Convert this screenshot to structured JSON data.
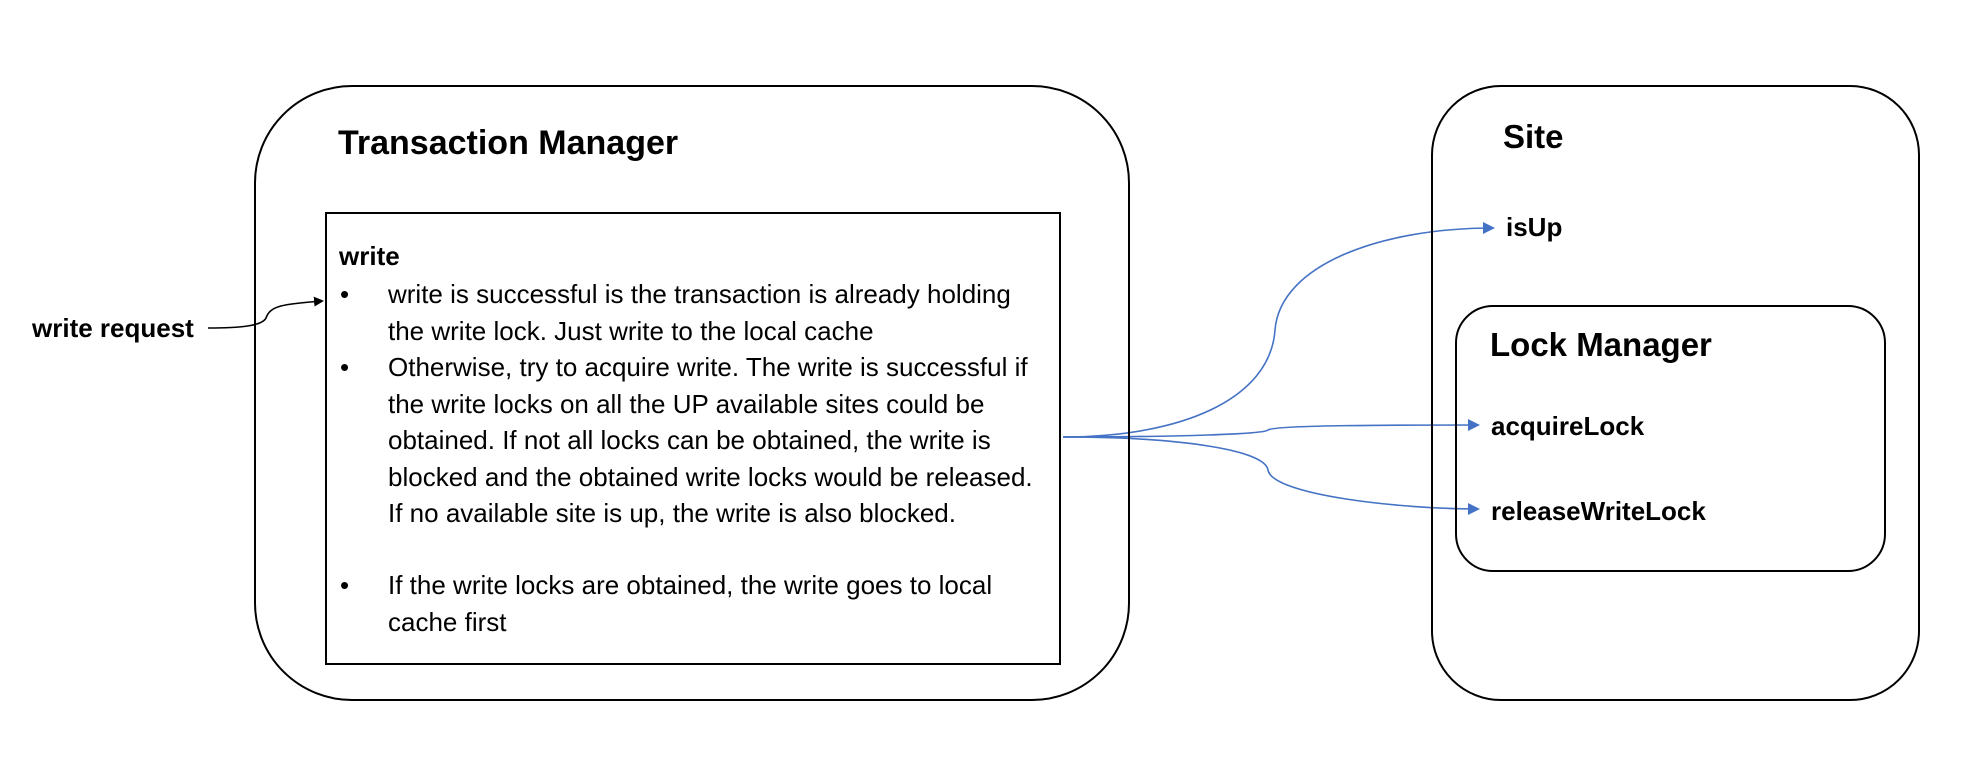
{
  "transaction_manager": {
    "title": "Transaction Manager",
    "write_box": {
      "title": "write",
      "bullets": [
        "write is successful is the transaction is already holding the write lock. Just write to the local cache",
        "Otherwise, try to acquire write. The write is successful if the write locks on all the UP available sites could be obtained. If not all locks can be obtained, the write is blocked and the obtained write locks would be released. If no available site is up, the write is also blocked.",
        "If the write locks are obtained, the write goes to local cache first"
      ]
    }
  },
  "input_label": "write request",
  "site": {
    "title": "Site",
    "method": "isUp",
    "lock_manager": {
      "title": "Lock Manager",
      "methods": [
        "acquireLock",
        "releaseWriteLock"
      ]
    }
  },
  "colors": {
    "connector": "#4472C4",
    "outline": "#000000"
  }
}
